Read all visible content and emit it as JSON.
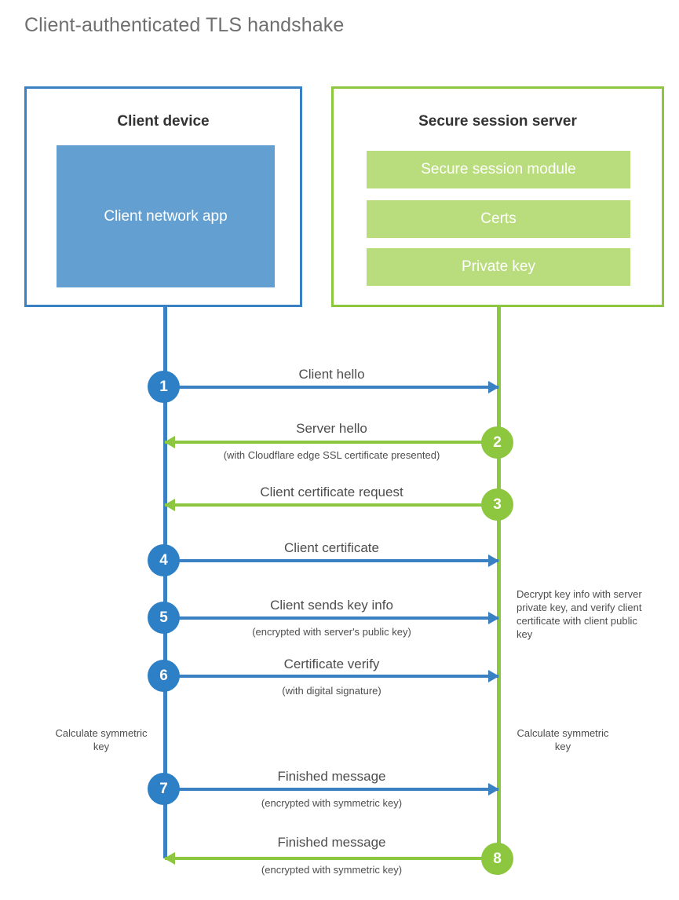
{
  "title": "Client-authenticated TLS handshake",
  "colors": {
    "client_border": "#3a81c3",
    "client_fill": "#639fd0",
    "server_border": "#8dc63f",
    "server_fill": "#b9dc7c",
    "step_blue": "#2d80c6",
    "step_green": "#8dc63f",
    "text": "#4d4d4d",
    "title_text": "#6f6f6f"
  },
  "client": {
    "title": "Client device",
    "app_label": "Client network app"
  },
  "server": {
    "title": "Secure session server",
    "items": [
      {
        "label": "Secure session module"
      },
      {
        "label": "Certs"
      },
      {
        "label": "Private key"
      }
    ]
  },
  "steps": [
    {
      "number": "1",
      "label": "Client hello",
      "sublabel": "",
      "direction": "client-to-server",
      "color": "blue"
    },
    {
      "number": "2",
      "label": "Server hello",
      "sublabel": "(with Cloudflare edge SSL certificate presented)",
      "direction": "server-to-client",
      "color": "green"
    },
    {
      "number": "3",
      "label": "Client certificate request",
      "sublabel": "",
      "direction": "server-to-client",
      "color": "green"
    },
    {
      "number": "4",
      "label": "Client certificate",
      "sublabel": "",
      "direction": "client-to-server",
      "color": "blue"
    },
    {
      "number": "5",
      "label": "Client sends key info",
      "sublabel": "(encrypted with server's public key)",
      "direction": "client-to-server",
      "color": "blue"
    },
    {
      "number": "6",
      "label": "Certificate verify",
      "sublabel": "(with digital signature)",
      "direction": "client-to-server",
      "color": "blue"
    },
    {
      "number": "7",
      "label": "Finished message",
      "sublabel": "(encrypted with symmetric key)",
      "direction": "client-to-server",
      "color": "blue"
    },
    {
      "number": "8",
      "label": "Finished message",
      "sublabel": "(encrypted with symmetric key)",
      "direction": "server-to-client",
      "color": "green"
    }
  ],
  "notes": {
    "server_decrypt": "Decrypt key info with server private key, and verify client certificate with client public key",
    "client_calculate": "Calculate symmetric key",
    "server_calculate": "Calculate symmetric key"
  }
}
